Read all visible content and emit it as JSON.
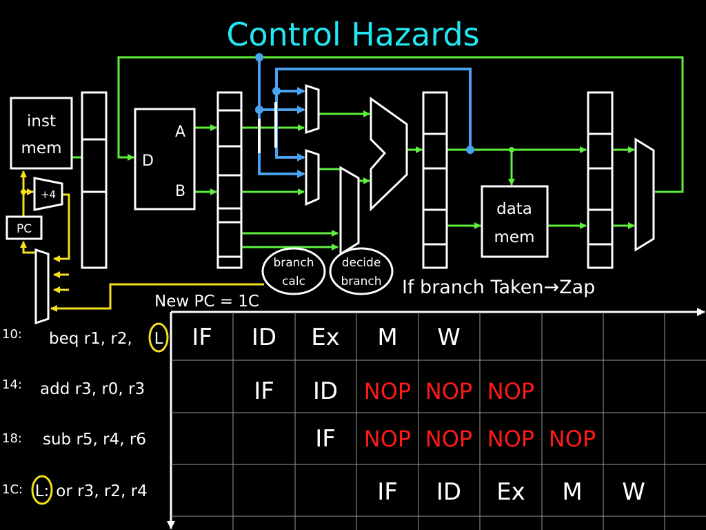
{
  "title": "Control Hazards",
  "datapath": {
    "inst_mem_line1": "inst",
    "inst_mem_line2": "mem",
    "plus4": "+4",
    "pc": "PC",
    "regfile_d": "D",
    "regfile_a": "A",
    "regfile_b": "B",
    "data_mem_line1": "data",
    "data_mem_line2": "mem",
    "branch_calc_line1": "branch",
    "branch_calc_line2": "calc",
    "decide_branch_line1": "decide",
    "decide_branch_line2": "branch",
    "zap_note": "If branch Taken→Zap",
    "new_pc": "New PC = 1C"
  },
  "pipeline": {
    "rows": [
      {
        "addr": "10:",
        "prefix": "beq r1, r2, ",
        "label": "L",
        "suffix": ""
      },
      {
        "addr": "14:",
        "prefix": "add r3, r0, r3",
        "label": "",
        "suffix": ""
      },
      {
        "addr": "18:",
        "prefix": "sub r5, r4, r6",
        "label": "",
        "suffix": ""
      },
      {
        "addr": "1C:",
        "prefix": "",
        "label": "L:",
        "suffix": " or r3, r2, r4"
      }
    ],
    "stages": [
      [
        "IF",
        "ID",
        "Ex",
        "M",
        "W"
      ],
      [
        "IF",
        "ID",
        "NOP",
        "NOP",
        "NOP"
      ],
      [
        "IF",
        "NOP",
        "NOP",
        "NOP",
        "NOP"
      ],
      [
        "IF",
        "ID",
        "Ex",
        "M",
        "W"
      ]
    ]
  },
  "colors": {
    "background": "#000000",
    "title": "#22e6f0",
    "wire_green": "#5ef03c",
    "wire_blue": "#4aa3f0",
    "wire_yellow": "#f5e01e",
    "nop": "#ff1a1a",
    "outline": "#ffffff"
  }
}
